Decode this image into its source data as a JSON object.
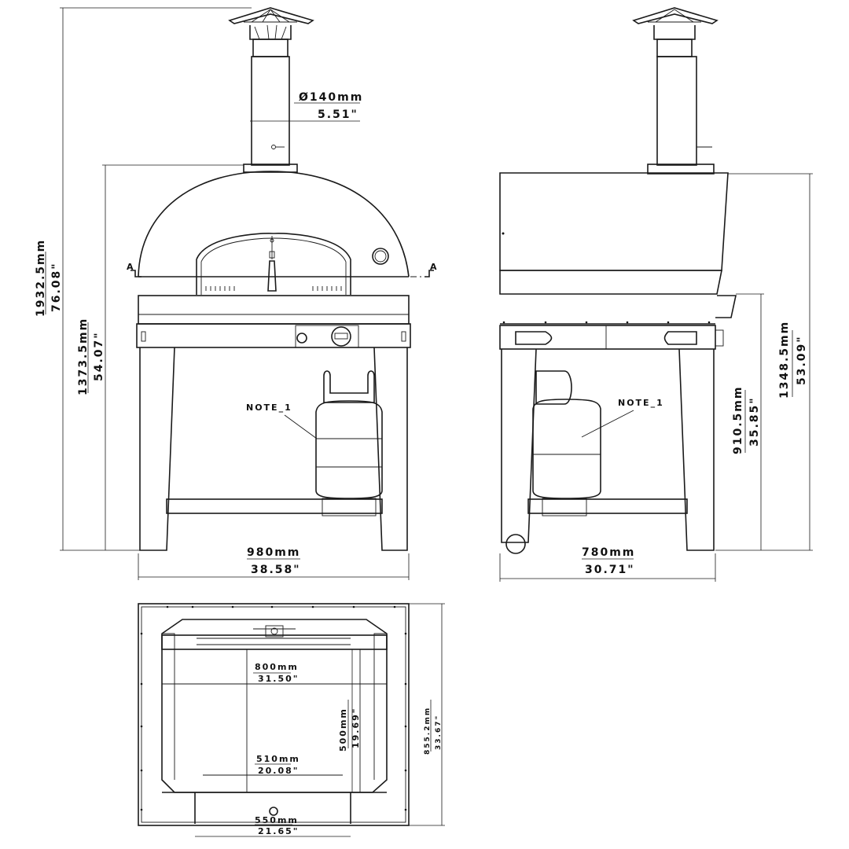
{
  "front_view": {
    "chimney_diameter_mm": "Ø140mm",
    "chimney_diameter_in": "5.51\"",
    "total_height_mm": "1932.5mm",
    "total_height_in": "76.08\"",
    "dome_height_mm": "1373.5mm",
    "dome_height_in": "54.07\"",
    "width_mm": "980mm",
    "width_in": "38.58\"",
    "section_label_left": "A",
    "section_label_right": "A",
    "note": "NOTE_1"
  },
  "side_view": {
    "depth_mm": "780mm",
    "depth_in": "30.71\"",
    "height_mm": "1348.5mm",
    "height_in": "53.09\"",
    "shelf_height_mm": "910.5mm",
    "shelf_height_in": "35.85\"",
    "note": "NOTE_1"
  },
  "top_view": {
    "inner_width_mm": "800mm",
    "inner_width_in": "31.50\"",
    "inner_depth_mm": "500mm",
    "inner_depth_in": "19.69\"",
    "door_width_mm": "510mm",
    "door_width_in": "20.08\"",
    "leg_span_mm": "550mm",
    "leg_span_in": "21.65\"",
    "overall_depth_mm": "855.2mm",
    "overall_depth_in": "33.67\""
  }
}
